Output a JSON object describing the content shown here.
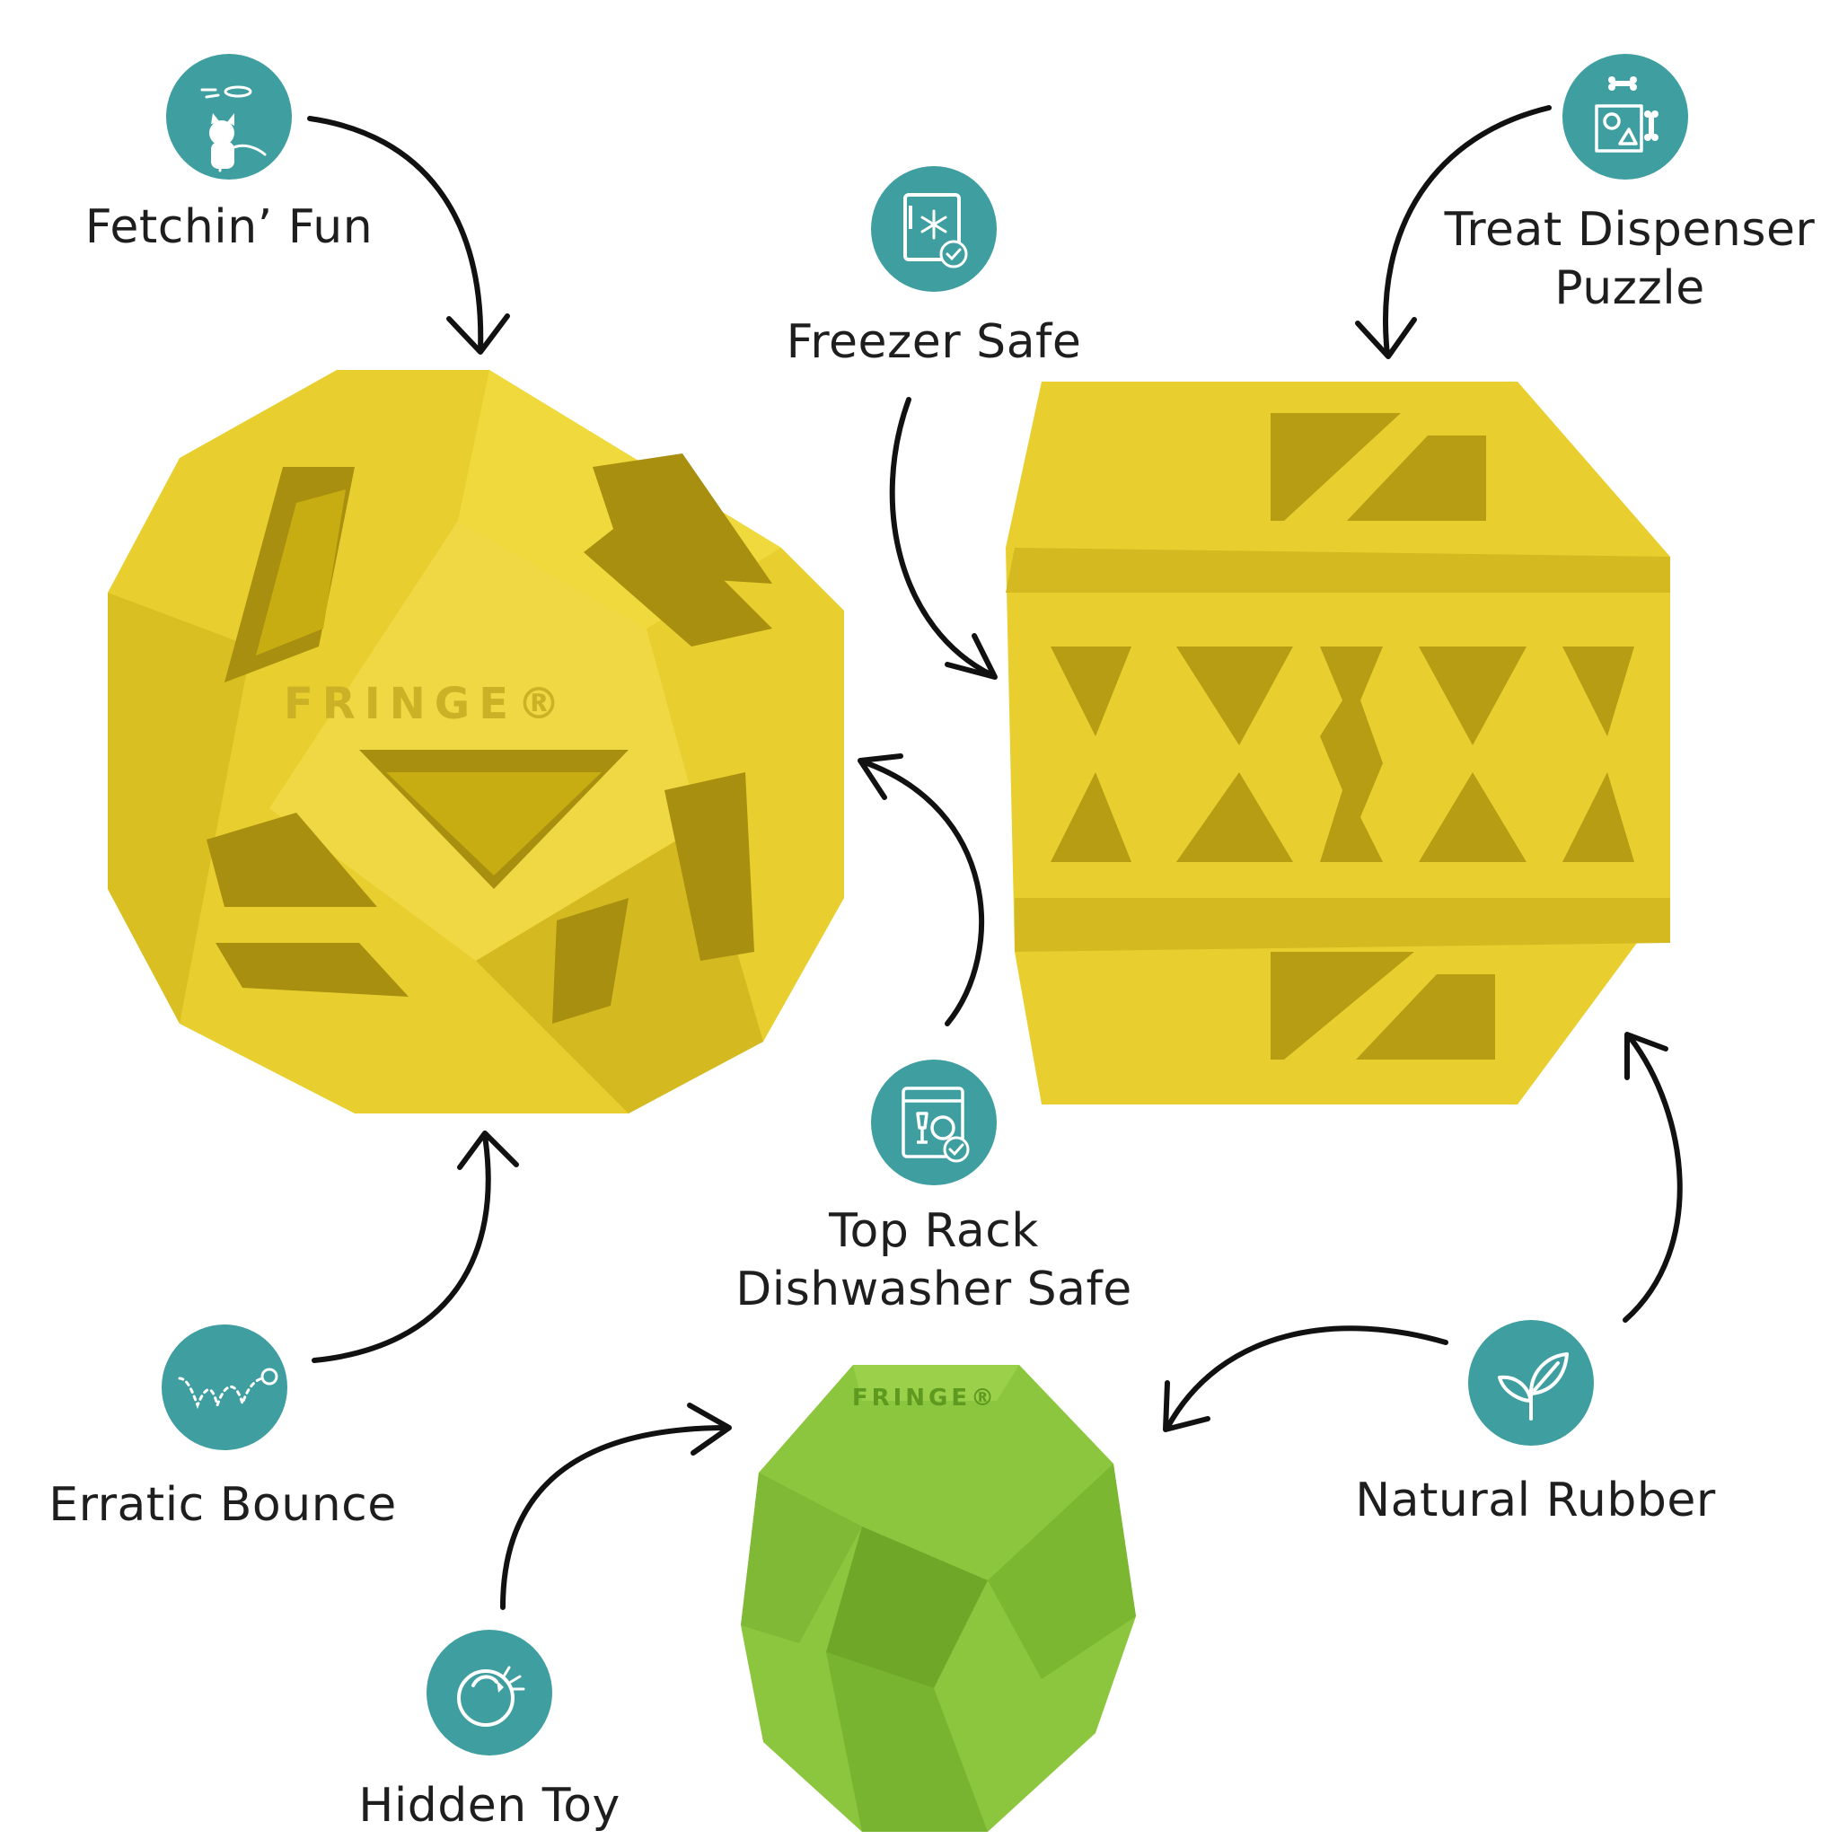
{
  "colors": {
    "teal": "#3f9ea0",
    "yellow": "#e8cf2f",
    "yellow_dark": "#cdb41d",
    "green": "#8cc63f",
    "green_dark": "#74ad2c",
    "arrow": "#111111",
    "text": "#1e1e1e"
  },
  "features": [
    {
      "id": "fetchin-fun",
      "label": "Fetchin’ Fun",
      "icon": "dog-fetch-icon"
    },
    {
      "id": "freezer-safe",
      "label": "Freezer Safe",
      "icon": "freezer-icon"
    },
    {
      "id": "treat-dispenser",
      "label_line1": "Treat Dispenser",
      "label_line2": "Puzzle",
      "icon": "puzzle-icon"
    },
    {
      "id": "dishwasher-safe",
      "label_line1": "Top Rack",
      "label_line2": "Dishwasher Safe",
      "icon": "dishwasher-icon"
    },
    {
      "id": "erratic-bounce",
      "label": "Erratic Bounce",
      "icon": "bounce-icon"
    },
    {
      "id": "natural-rubber",
      "label": "Natural Rubber",
      "icon": "leaf-icon"
    },
    {
      "id": "hidden-toy",
      "label": "Hidden Toy",
      "icon": "hidden-ball-icon"
    }
  ],
  "products": {
    "ball_front_brand": "FRINGE",
    "inner_toy_brand": "FRINGE",
    "registered_mark": "®"
  }
}
